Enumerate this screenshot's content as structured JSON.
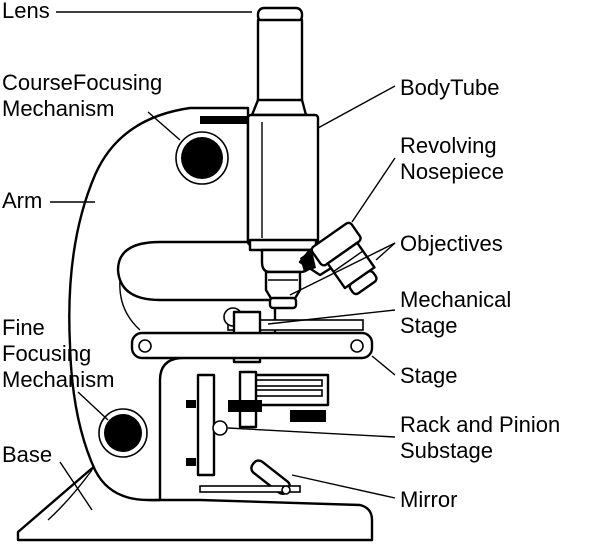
{
  "labels": {
    "lens": "Lens",
    "course_focusing_1": "CourseFocusing",
    "course_focusing_2": "Mechanism",
    "arm": "Arm",
    "fine_focusing_1": "Fine",
    "fine_focusing_2": "Focusing",
    "fine_focusing_3": "Mechanism",
    "base": "Base",
    "body_tube": "BodyTube",
    "revolving_nosepiece_1": "Revolving",
    "revolving_nosepiece_2": "Nosepiece",
    "objectives": "Objectives",
    "mechanical_stage_1": "Mechanical",
    "mechanical_stage_2": "Stage",
    "stage": "Stage",
    "rack_pinion_1": "Rack and Pinion",
    "rack_pinion_2": "Substage",
    "mirror": "Mirror"
  },
  "colors": {
    "ink": "#000000",
    "paper": "#ffffff"
  }
}
